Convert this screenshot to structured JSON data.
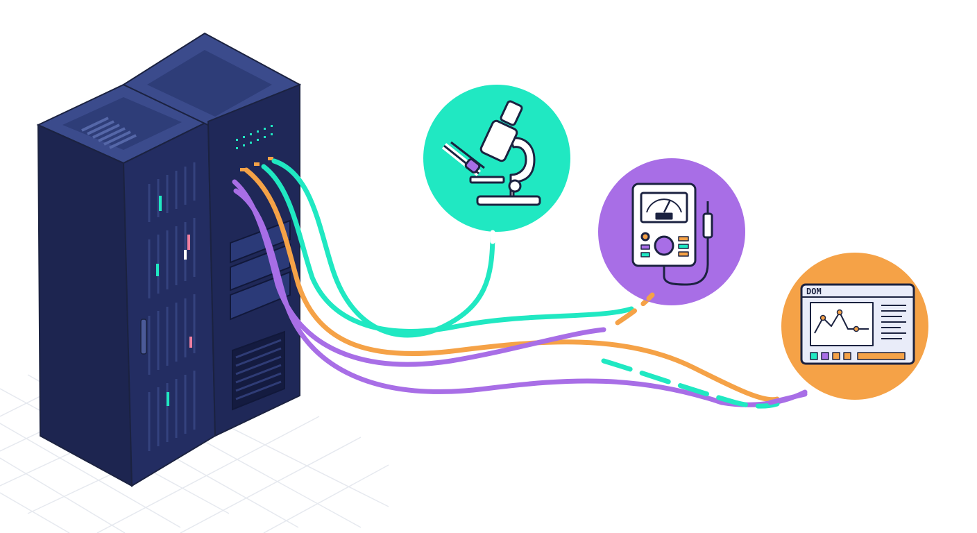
{
  "colors": {
    "teal": "#20e8c2",
    "orange": "#f5a247",
    "purple": "#a86ee6",
    "rack_front": "#1d2550",
    "rack_side": "#2b3a78",
    "rack_top": "#3b4b8c",
    "outline": "#1b2240",
    "grid": "#e6e9ef"
  },
  "nodes": [
    {
      "id": "microscope",
      "icon": "microscope-icon",
      "color": "teal"
    },
    {
      "id": "multimeter",
      "icon": "multimeter-icon",
      "color": "purple"
    },
    {
      "id": "dom-monitor",
      "icon": "dom-window-icon",
      "color": "orange"
    }
  ],
  "screen": {
    "header_label": "DOM"
  },
  "cables": [
    {
      "id": "cable-teal-microscope",
      "color": "teal"
    },
    {
      "id": "cable-teal-multimeter",
      "color": "teal"
    },
    {
      "id": "cable-orange-dom",
      "color": "orange"
    },
    {
      "id": "cable-purple-dom",
      "color": "purple"
    },
    {
      "id": "cable-purple-multimeter",
      "color": "purple"
    }
  ]
}
